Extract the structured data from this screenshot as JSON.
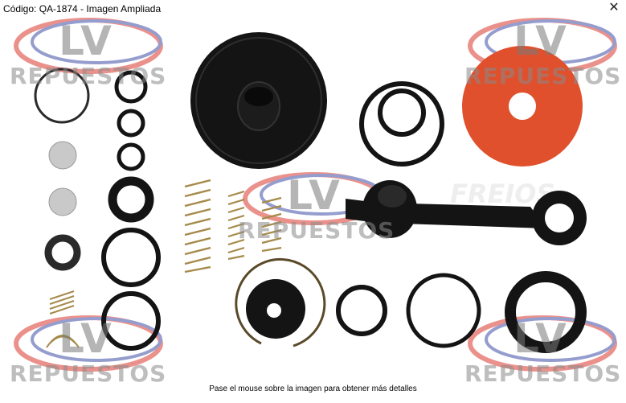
{
  "window": {
    "title": "Código: QA-1874 - Imagen Ampliada",
    "close_glyph": "✕"
  },
  "image": {
    "alt_subject": "repair-kit-parts",
    "watermark_logo_lines": [
      "LV",
      "REPUESTOS"
    ],
    "background_brand": "FREIOS"
  },
  "footer": {
    "hint": "Pase el mouse sobre la imagen para obtener más detalles"
  },
  "colors": {
    "rubber": "#141414",
    "orange_gasket": "#e0502c",
    "spring": "#a58a4a",
    "watermark_red": "#d9261c",
    "watermark_blue": "#2c3e9c"
  }
}
